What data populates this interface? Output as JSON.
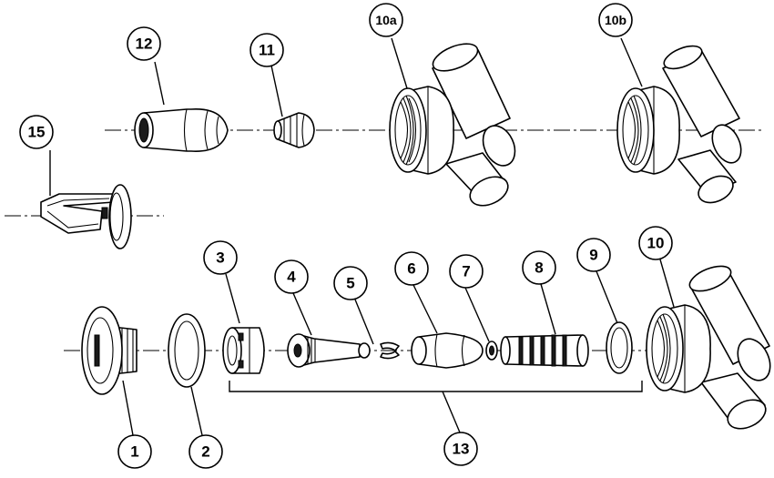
{
  "callouts": {
    "p1": "1",
    "p2": "2",
    "p3": "3",
    "p4": "4",
    "p5": "5",
    "p6": "6",
    "p7": "7",
    "p8": "8",
    "p9": "9",
    "p10": "10",
    "p10a": "10a",
    "p10b": "10b",
    "p11": "11",
    "p12": "12",
    "p13": "13",
    "p15": "15"
  }
}
